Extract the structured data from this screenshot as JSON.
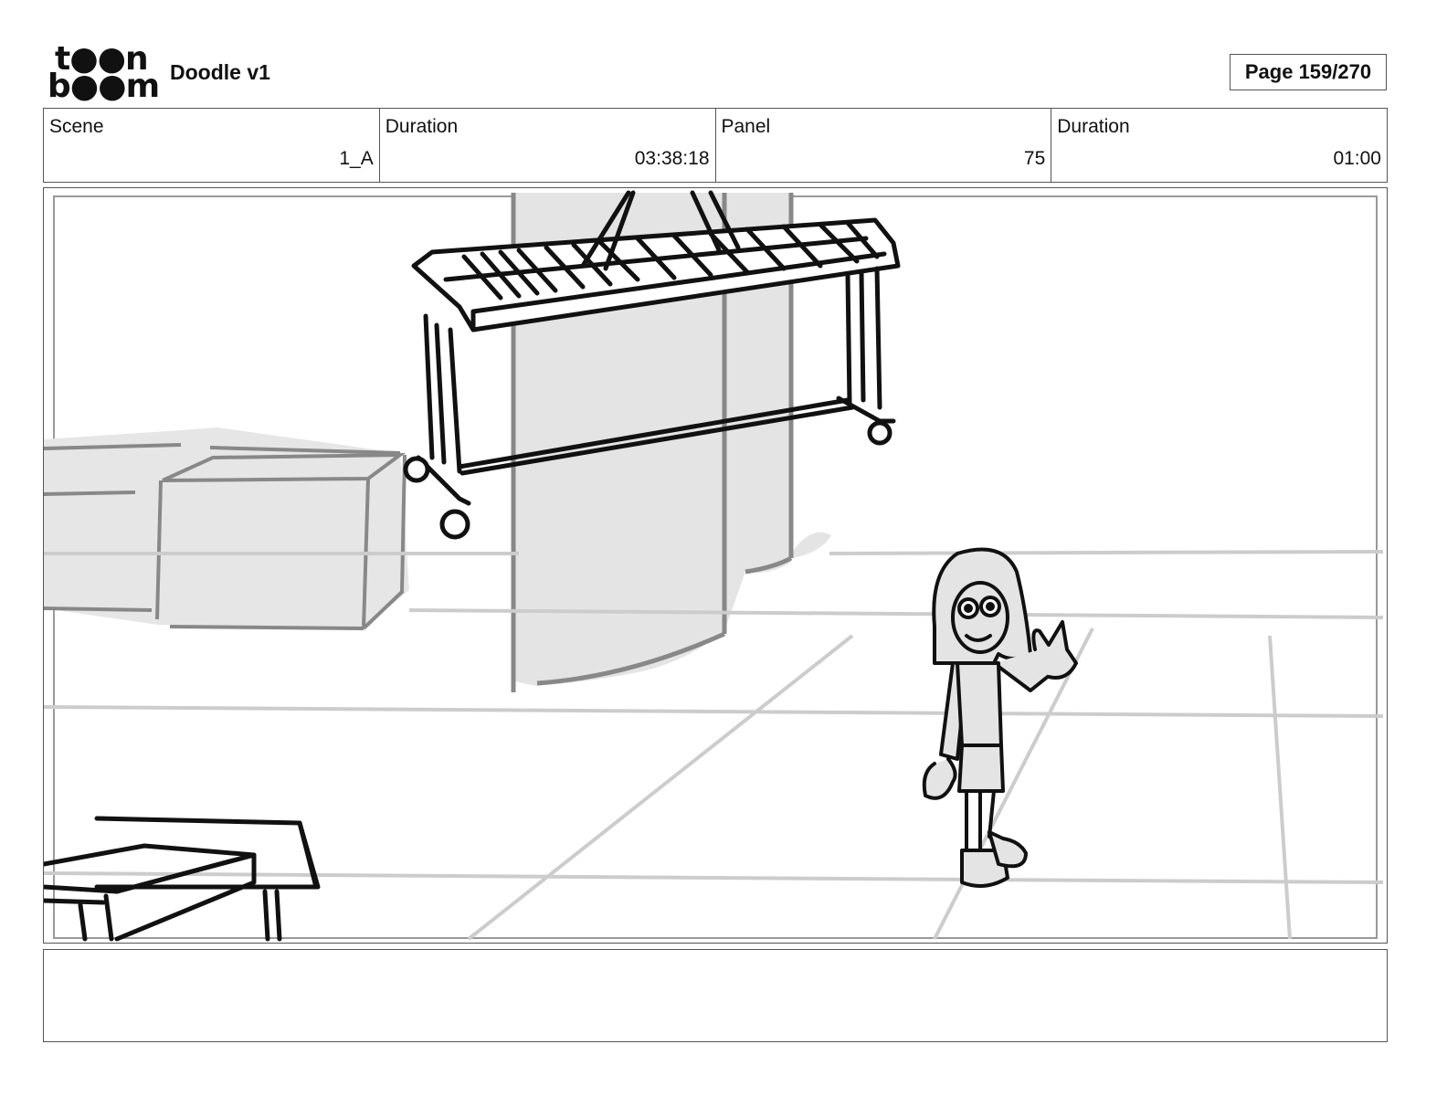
{
  "header": {
    "logo_line1": "t●●n",
    "logo_line2": "b●●m",
    "title": "Doodle v1",
    "page_label": "Page 159/270"
  },
  "info": {
    "scene_label": "Scene",
    "scene_value": "1_A",
    "duration_label": "Duration",
    "duration_value": "03:38:18",
    "panel_label": "Panel",
    "panel_value": "75",
    "panel_duration_label": "Duration",
    "panel_duration_value": "01:00"
  },
  "notes": {
    "text": ""
  }
}
